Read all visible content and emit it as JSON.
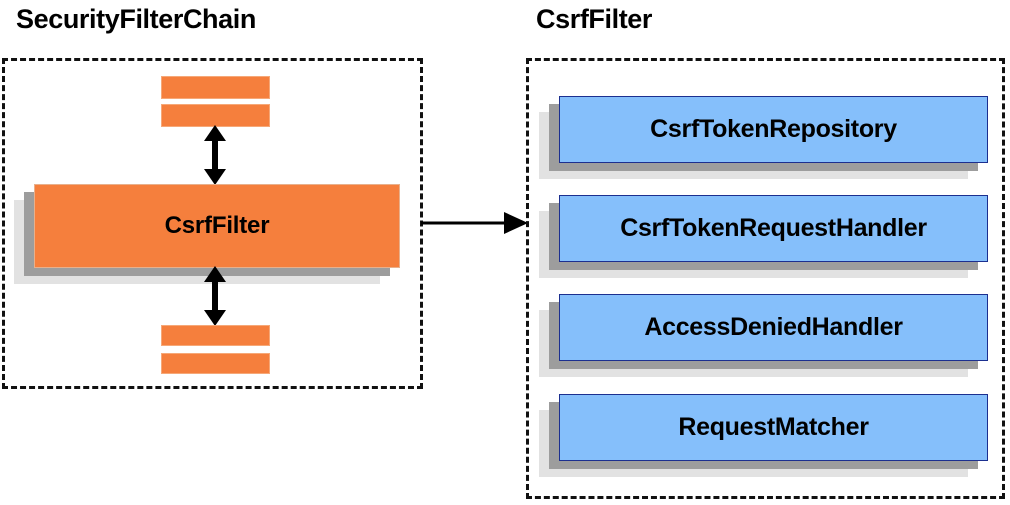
{
  "diagram": {
    "type": "component-relationship-diagram",
    "background_color": "#ffffff",
    "panels": [
      {
        "id": "security-filter-chain",
        "title": "SecurityFilterChain",
        "border_style": "dashed",
        "border_color": "#111111",
        "main_component": {
          "label": "CsrfFilter",
          "fill_color": "#f57f3d",
          "shadow_colors": [
            "#9d9d9d",
            "#e2e2e2"
          ]
        },
        "unlabeled_bars": [
          {
            "position": "above-1"
          },
          {
            "position": "above-2"
          },
          {
            "position": "below-1"
          },
          {
            "position": "below-2"
          }
        ],
        "internal_arrows": [
          {
            "direction": "double",
            "orientation": "vertical",
            "position": "above-main"
          },
          {
            "direction": "double",
            "orientation": "vertical",
            "position": "below-main"
          }
        ]
      },
      {
        "id": "csrf-filter",
        "title": "CsrfFilter",
        "border_style": "dashed",
        "border_color": "#111111",
        "components": [
          {
            "label": "CsrfTokenRepository",
            "fill_color": "#85bffb"
          },
          {
            "label": "CsrfTokenRequestHandler",
            "fill_color": "#85bffb"
          },
          {
            "label": "AccessDeniedHandler",
            "fill_color": "#85bffb"
          },
          {
            "label": "RequestMatcher",
            "fill_color": "#85bffb"
          }
        ]
      }
    ],
    "connector": {
      "from": "security-filter-chain",
      "to": "csrf-filter",
      "direction": "single",
      "orientation": "horizontal",
      "color": "#000000"
    }
  }
}
